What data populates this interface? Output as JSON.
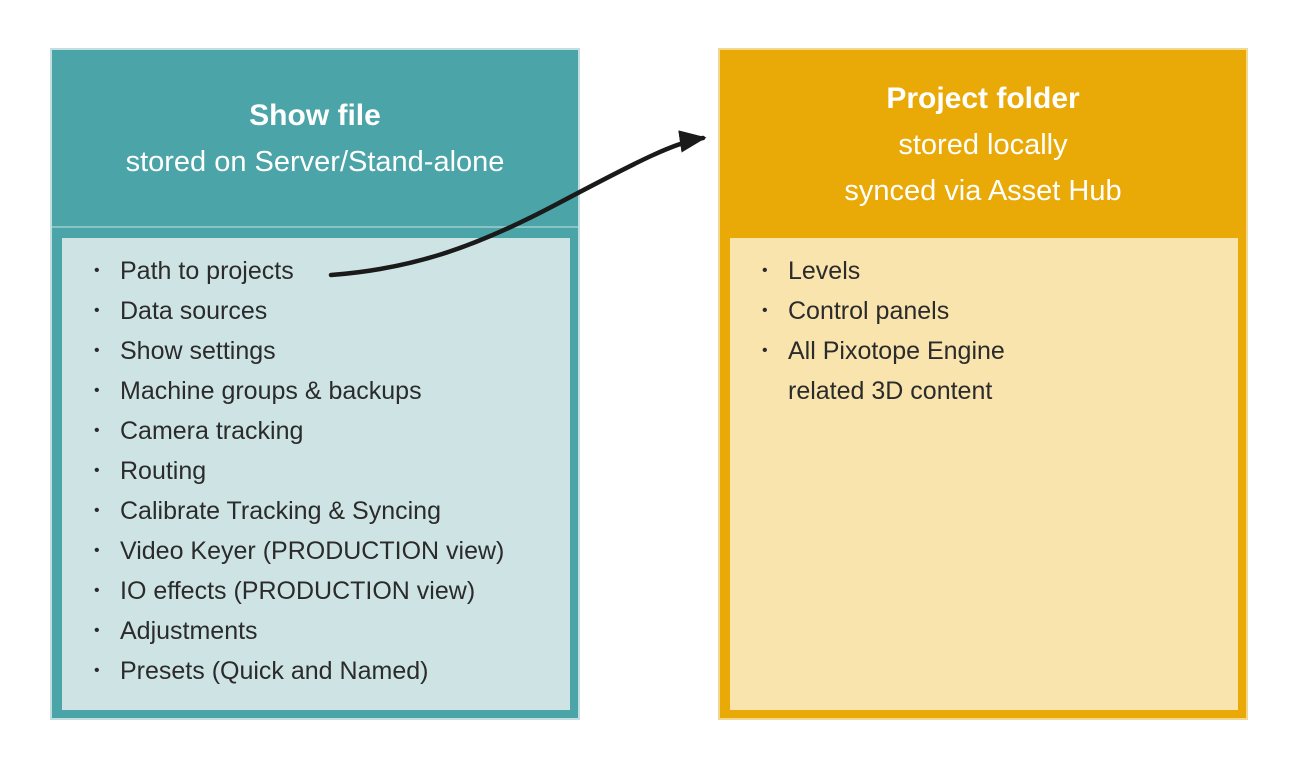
{
  "left_box": {
    "title": "Show file",
    "subtitle": "stored on Server/Stand-alone",
    "items": [
      "Path to projects",
      "Data sources",
      "Show settings",
      "Machine groups & backups",
      "Camera tracking",
      "Routing",
      "Calibrate Tracking & Syncing",
      "Video Keyer (PRODUCTION view)",
      "IO effects (PRODUCTION view)",
      "Adjustments",
      "Presets (Quick and Named)"
    ],
    "header_bg": "#4BA4A7",
    "panel_bg": "#CEE4E4"
  },
  "right_box": {
    "title": "Project folder",
    "subtitle_lines": [
      "stored locally",
      "synced via Asset Hub"
    ],
    "items": [
      "Levels",
      "Control panels",
      "All Pixotope Engine\nrelated 3D content"
    ],
    "header_bg": "#E9AA08",
    "panel_bg": "#F8E4AC"
  },
  "arrow": {
    "from": "Path to projects",
    "to": "Project folder",
    "color": "#1A1A1A"
  }
}
